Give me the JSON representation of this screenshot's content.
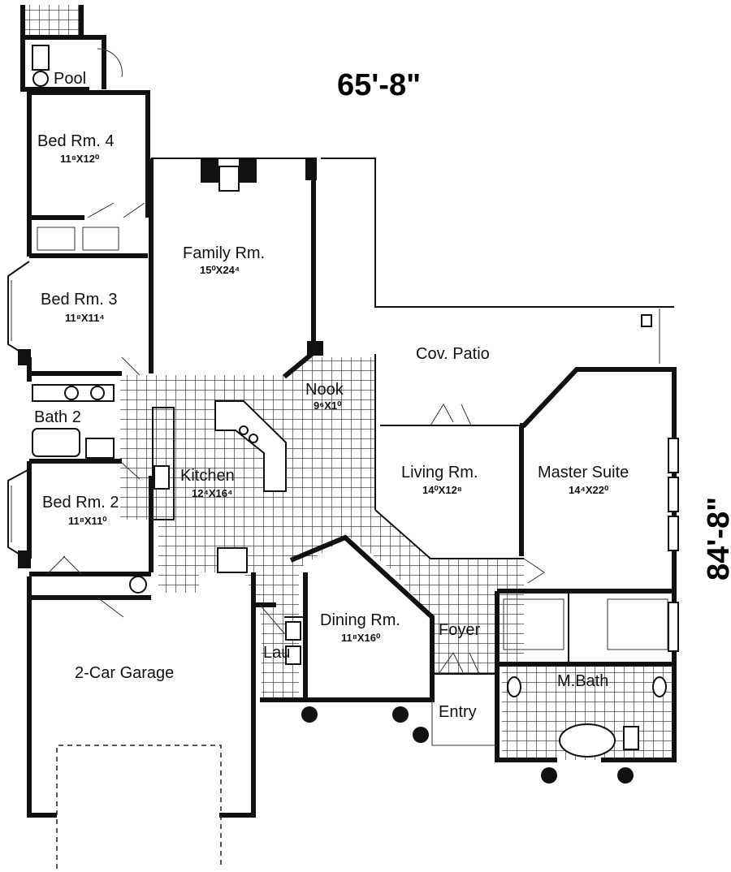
{
  "dimensions": {
    "width": "65'-8\"",
    "depth": "84'-8\""
  },
  "rooms": {
    "pool": {
      "name": "Pool"
    },
    "bed4": {
      "name": "Bed Rm. 4",
      "size": "11⁸X12⁰"
    },
    "family": {
      "name": "Family Rm.",
      "size": "15⁰X24⁴"
    },
    "bed3": {
      "name": "Bed Rm. 3",
      "size": "11⁸X11⁴"
    },
    "cov_patio": {
      "name": "Cov. Patio"
    },
    "nook": {
      "name": "Nook",
      "size": "9⁶X1⁰"
    },
    "bath2": {
      "name": "Bath 2"
    },
    "kitchen": {
      "name": "Kitchen",
      "size": "12⁴X16⁴"
    },
    "living": {
      "name": "Living Rm.",
      "size": "14⁰X12⁸"
    },
    "master": {
      "name": "Master Suite",
      "size": "14⁴X22⁰"
    },
    "bed2": {
      "name": "Bed Rm. 2",
      "size": "11⁸X11⁰"
    },
    "dining": {
      "name": "Dining Rm.",
      "size": "11⁸X16⁰"
    },
    "foyer": {
      "name": "Foyer"
    },
    "laundry": {
      "name": "Lau"
    },
    "mbath": {
      "name": "M.Bath"
    },
    "garage": {
      "name": "2-Car Garage"
    },
    "entry": {
      "name": "Entry"
    }
  }
}
